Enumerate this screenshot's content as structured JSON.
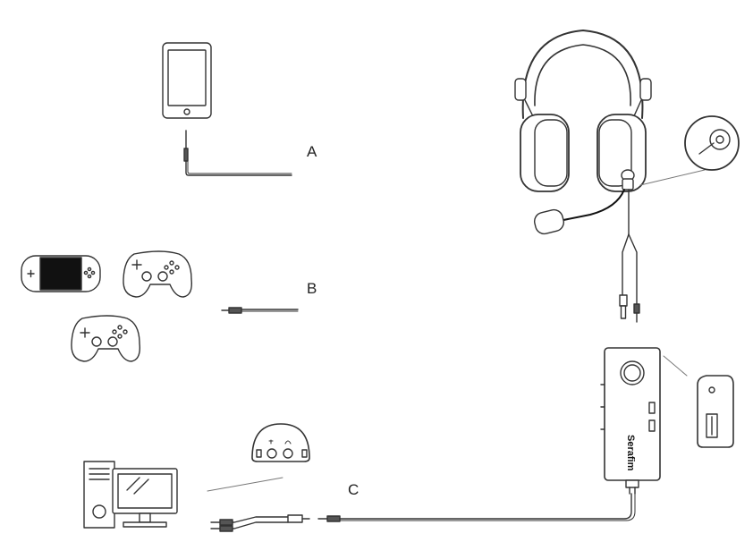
{
  "diagram": {
    "labels": {
      "a": "A",
      "b": "B",
      "c": "C"
    },
    "brand": "Serafim"
  }
}
